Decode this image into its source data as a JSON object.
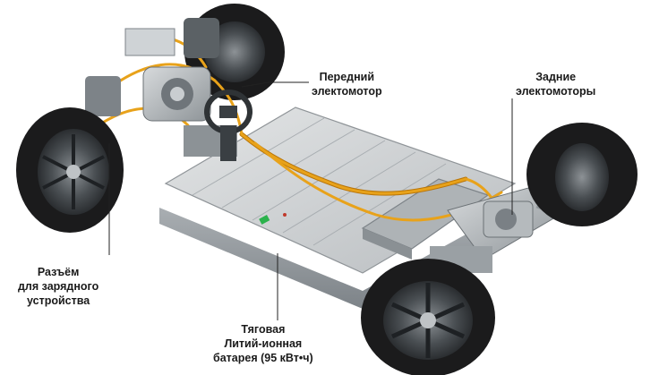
{
  "labels": {
    "front_motor": [
      "Передний",
      "электомотор"
    ],
    "rear_motors": [
      "Задние",
      "электомоторы"
    ],
    "charge_port": [
      "Разъём",
      "для зарядного",
      "устройства"
    ],
    "battery": [
      "Тяговая",
      "Литий-ионная",
      "батарея (95 кВт•ч)"
    ]
  },
  "colors": {
    "cable": "#e8a21a",
    "cable_dark": "#b87408",
    "battery_top": "#cfd2d4",
    "frame": "#9aa0a4",
    "tire": "#1b1b1c",
    "leader": "#222222"
  }
}
